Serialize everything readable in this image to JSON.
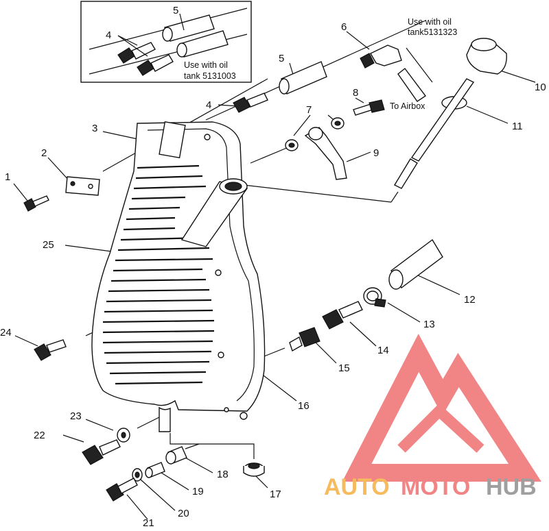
{
  "callouts": [
    {
      "id": "c1",
      "text": "1"
    },
    {
      "id": "c2",
      "text": "2"
    },
    {
      "id": "c3",
      "text": "3"
    },
    {
      "id": "c4a",
      "text": "4"
    },
    {
      "id": "c4b",
      "text": "4"
    },
    {
      "id": "c5a",
      "text": "5"
    },
    {
      "id": "c5b",
      "text": "5"
    },
    {
      "id": "c6",
      "text": "6"
    },
    {
      "id": "c7",
      "text": "7"
    },
    {
      "id": "c8",
      "text": "8"
    },
    {
      "id": "c9",
      "text": "9"
    },
    {
      "id": "c10",
      "text": "10"
    },
    {
      "id": "c11",
      "text": "11"
    },
    {
      "id": "c12",
      "text": "12"
    },
    {
      "id": "c13",
      "text": "13"
    },
    {
      "id": "c14",
      "text": "14"
    },
    {
      "id": "c15",
      "text": "15"
    },
    {
      "id": "c16",
      "text": "16"
    },
    {
      "id": "c17",
      "text": "17"
    },
    {
      "id": "c18",
      "text": "18"
    },
    {
      "id": "c19",
      "text": "19"
    },
    {
      "id": "c20",
      "text": "20"
    },
    {
      "id": "c21",
      "text": "21"
    },
    {
      "id": "c22",
      "text": "22"
    },
    {
      "id": "c23",
      "text": "23"
    },
    {
      "id": "c24",
      "text": "24"
    },
    {
      "id": "c25",
      "text": "25"
    }
  ],
  "notes": {
    "inset_line1": "Use with oil",
    "inset_line2": "tank 5131003",
    "top_line1": "Use with oil",
    "top_line2": "tank5131323",
    "airbox": "To Airbox"
  },
  "watermark": {
    "part1": "AUTO",
    "part2": "MOTO",
    "part3": "HUB",
    "color_orange": "#f5b041",
    "color_red": "#ef6f6f",
    "color_gray": "#8f8f8f"
  }
}
